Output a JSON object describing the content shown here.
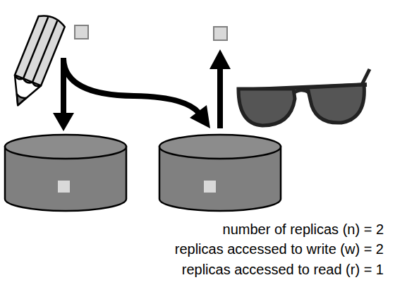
{
  "diagram": {
    "labels": [
      "number of replicas (n) = 2",
      "replicas accessed to write (w) = 2",
      "replicas accessed to read (r) = 1"
    ]
  }
}
